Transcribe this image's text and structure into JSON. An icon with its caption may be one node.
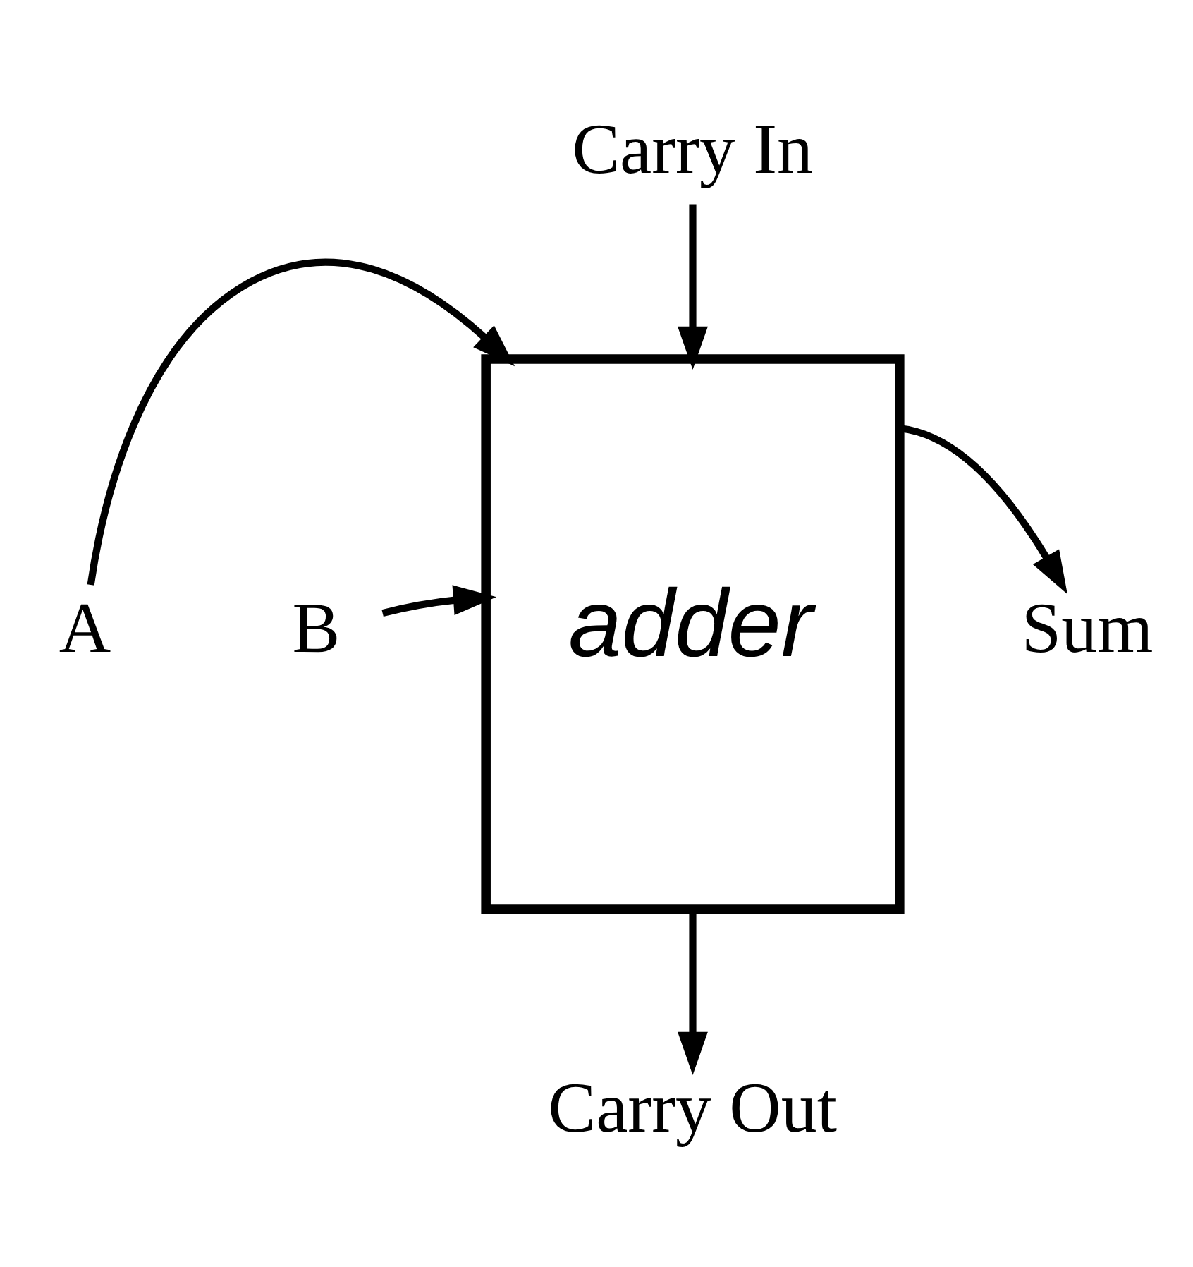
{
  "diagram": {
    "nodes": [
      {
        "text": [
          "Carry In"
        ]
      },
      {
        "text": [
          "adder"
        ]
      },
      {
        "text": [
          "A"
        ]
      },
      {
        "text": [
          "B"
        ]
      },
      {
        "text": [
          "Sum"
        ]
      },
      {
        "text": [
          "Carry Out"
        ]
      }
    ],
    "edges": [
      {
        "from": 0,
        "to": 1,
        "arrow": "to"
      },
      {
        "from": 2,
        "to": 1,
        "arrow": "to"
      },
      {
        "from": 3,
        "to": 1,
        "arrow": "to"
      },
      {
        "from": 1,
        "to": 4,
        "arrow": "to"
      },
      {
        "from": 1,
        "to": 5,
        "arrow": "to"
      }
    ]
  }
}
